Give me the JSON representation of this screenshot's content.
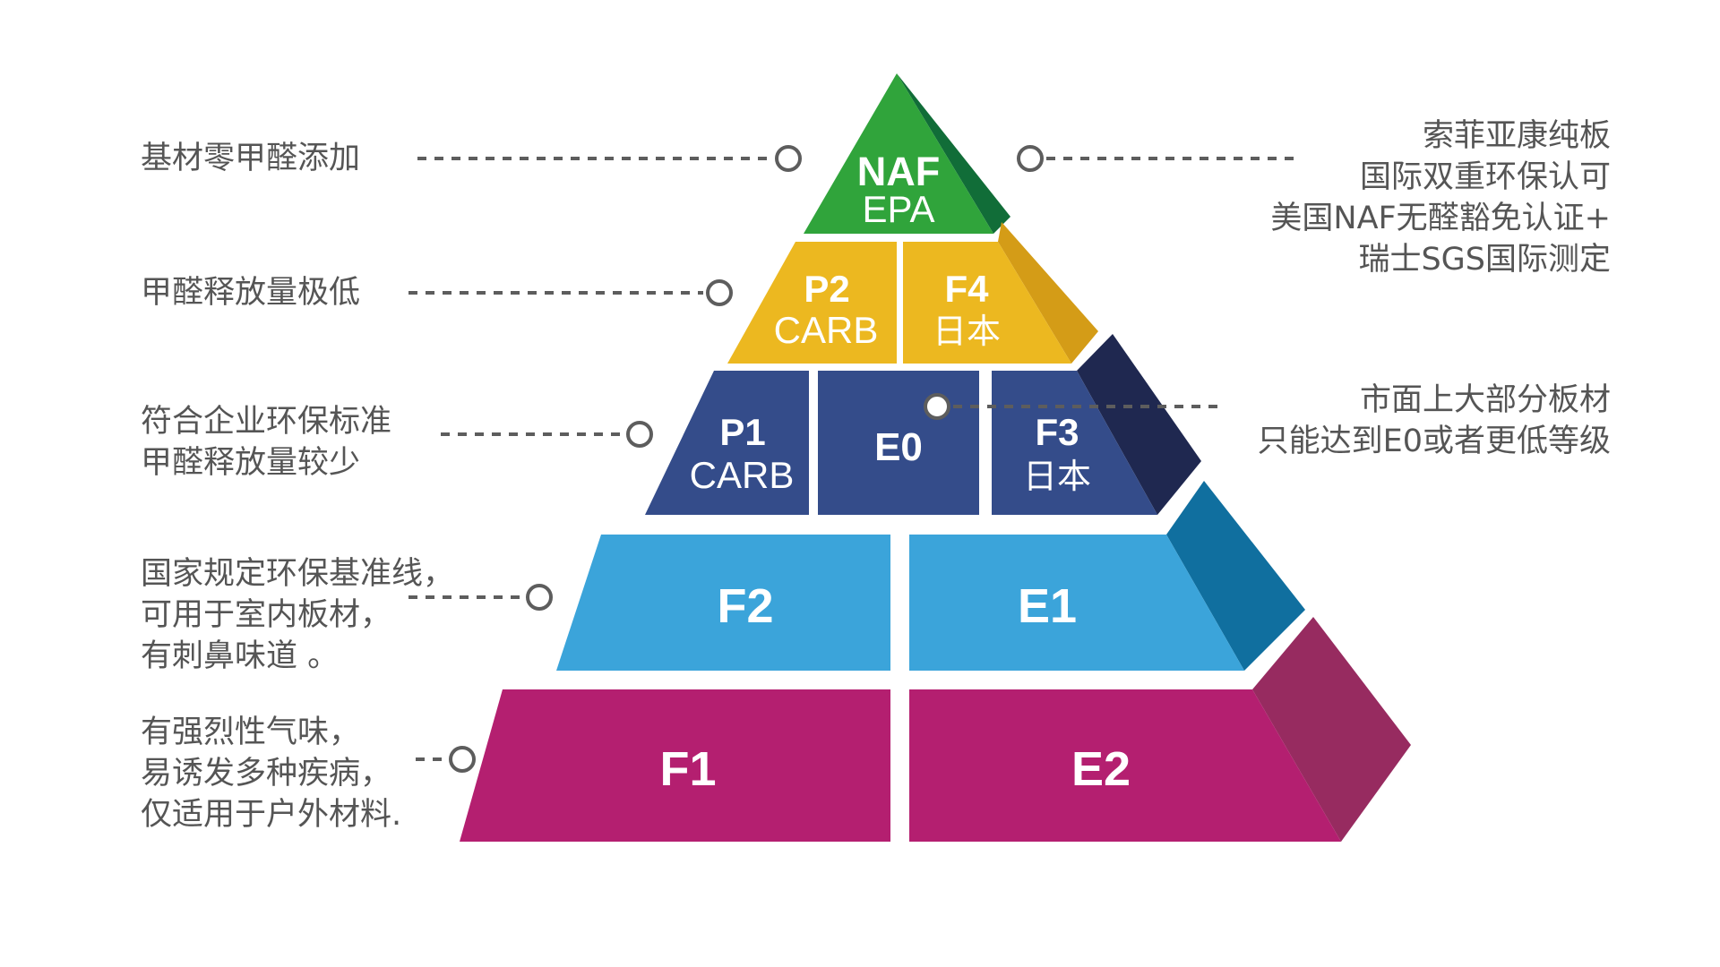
{
  "colors": {
    "green": "#30a43b",
    "green_side": "#116d38",
    "yellow": "#ecb820",
    "yellow_side": "#d49c17",
    "navy": "#344c8a",
    "navy_side": "#1f2850",
    "sky": "#3ba4da",
    "sky_side": "#106f9f",
    "magenta": "#b41f70",
    "magenta_side": "#972b60",
    "text": "#555555",
    "connector": "#5d5d5d"
  },
  "pyramid": {
    "top": {
      "code": "NAF",
      "standard": "EPA"
    },
    "level2": [
      {
        "code": "P2",
        "standard": "CARB"
      },
      {
        "code": "F4",
        "standard": "日本"
      }
    ],
    "level3": [
      {
        "code": "P1",
        "standard": "CARB"
      },
      {
        "code": "E0"
      },
      {
        "code": "F3",
        "standard": "日本"
      }
    ],
    "level4": [
      {
        "code": "F2"
      },
      {
        "code": "E1"
      }
    ],
    "level5": [
      {
        "code": "F1"
      },
      {
        "code": "E2"
      }
    ]
  },
  "left_notes": [
    {
      "lines": [
        "基材零甲醛添加"
      ]
    },
    {
      "lines": [
        "甲醛释放量极低"
      ]
    },
    {
      "lines": [
        "符合企业环保标准",
        "甲醛释放量较少"
      ]
    },
    {
      "lines": [
        "国家规定环保基准线，",
        "可用于室内板材，",
        "有刺鼻味道 。"
      ]
    },
    {
      "lines": [
        "有强烈性气味，",
        "易诱发多种疾病，",
        "仅适用于户外材料."
      ]
    }
  ],
  "right_notes": [
    {
      "lines": [
        "索菲亚康纯板",
        "国际双重环保认可",
        "美国NAF无醛豁免认证+",
        "瑞士SGS国际测定"
      ]
    },
    {
      "lines": [
        "市面上大部分板材",
        "只能达到E0或者更低等级"
      ]
    }
  ]
}
